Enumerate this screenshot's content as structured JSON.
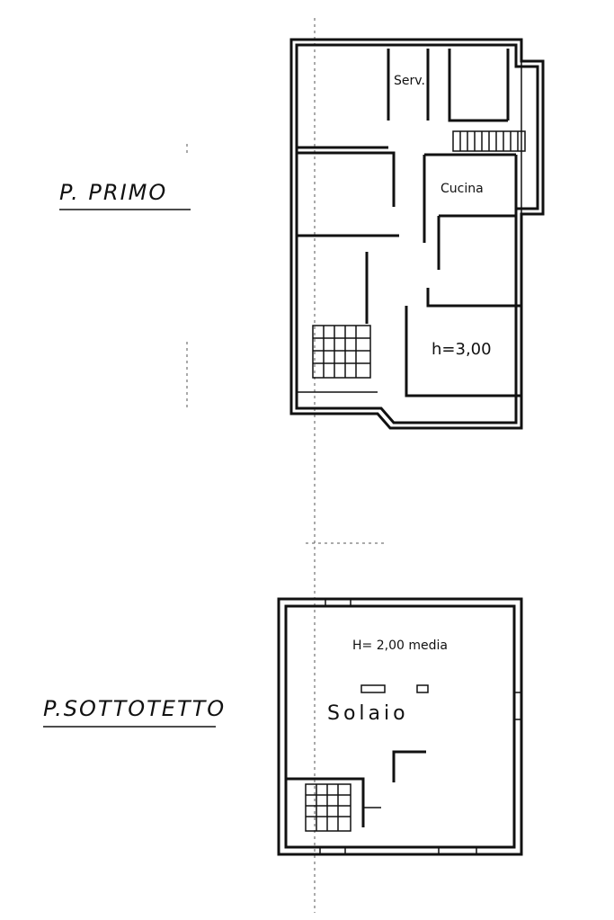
{
  "floors": {
    "primo": {
      "label": "P. PRIMO",
      "rooms": {
        "serv": "Serv.",
        "cucina": "Cucina",
        "height": "h=3,00"
      }
    },
    "sottotetto": {
      "label": "P.SOTTOTETTO",
      "rooms": {
        "height": "H= 2,00 media",
        "solaio": "Solaio"
      }
    }
  }
}
